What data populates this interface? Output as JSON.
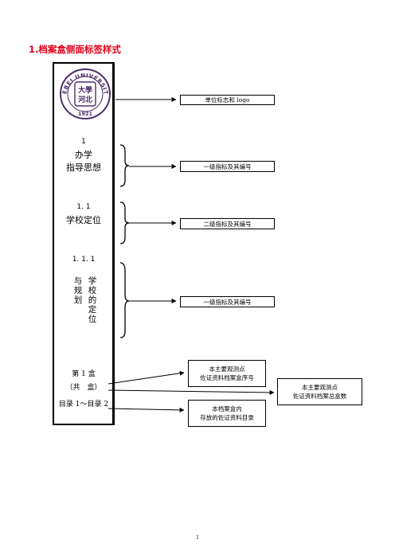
{
  "heading": "1.档案盒侧面标签样式",
  "logo": {
    "arc_text": "HEBEI UNIVERSITY",
    "monogram": "大學",
    "monogram_2": "河北",
    "year": "1921",
    "color": "#4b2d6b"
  },
  "label": {
    "block1": {
      "number": "1",
      "line1": "办学",
      "line2": "指导思想"
    },
    "block2": {
      "number": "1. 1",
      "line1": "学校定位"
    },
    "block3": {
      "number": "1. 1. 1",
      "col1": "与规划",
      "col2": "学校的定位"
    },
    "box_line": "第 1 盒",
    "total_line": "（共　盒）",
    "catalog_line": "目录 1～目录 2"
  },
  "notes": {
    "logo_note": "单位标志和 logo",
    "level1_note": "一级指标及其编号",
    "level2_note": "二级指标及其编号",
    "level3_note": "一级指标及其编号",
    "box_no_line1": "本主要观测点",
    "box_no_line2": "佐证资料档案盒序号",
    "total_line1": "本主要观测点",
    "total_line2": "佐证资料档案总盒数",
    "catalog_line1": "本档案盒内",
    "catalog_line2": "存放的佐证资料目录"
  },
  "page_number": "1"
}
